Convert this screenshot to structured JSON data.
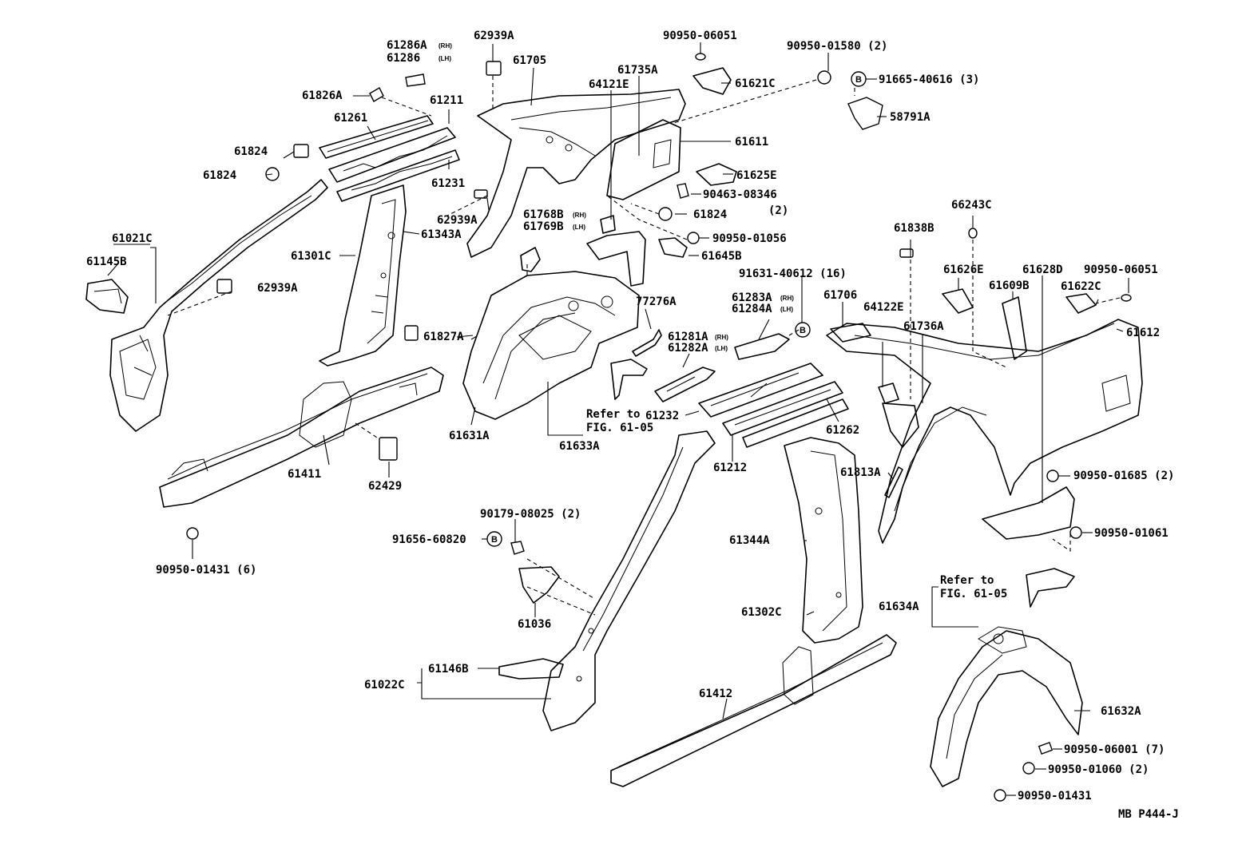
{
  "diagram": {
    "code": "MB  P444-J",
    "labels": {
      "l61286A": "61286A",
      "l61286A_rh": "(RH)",
      "l61286": "61286",
      "l61286_lh": "(LH)",
      "l62939A_top": "62939A",
      "l90950_06051_top": "90950-06051",
      "l90950_01580": "90950-01580 (2)",
      "l91665": "91665-40616 (3)",
      "l61705": "61705",
      "l61735A": "61735A",
      "l64121E": "64121E",
      "l61621C": "61621C",
      "l58791A": "58791A",
      "l61826A": "61826A",
      "l61211": "61211",
      "l61261": "61261",
      "l61611": "61611",
      "l61824_a": "61824",
      "l61824_b": "61824",
      "l61625E": "61625E",
      "l61231": "61231",
      "l90463": "90463-08346",
      "l90463_qty": "(2)",
      "l61824_c": "61824",
      "l62939A_mid": "62939A",
      "l61768B": "61768B",
      "l61768B_rh": "(RH)",
      "l61769B": "61769B",
      "l61769B_lh": "(LH)",
      "l66243C": "66243C",
      "l61343A": "61343A",
      "l90950_01056": "90950-01056",
      "l61645B": "61645B",
      "l61021C": "61021C",
      "l61838B": "61838B",
      "l61145B": "61145B",
      "l61301C": "61301C",
      "l91631": "91631-40612 (16)",
      "l61626E": "61626E",
      "l61628D": "61628D",
      "l90950_06051_right": "90950-06051",
      "l62939A_left": "62939A",
      "l61283A": "61283A",
      "l61283A_rh": "(RH)",
      "l61284A": "61284A",
      "l61284A_lh": "(LH)",
      "l61706": "61706",
      "l61609B": "61609B",
      "l61622C": "61622C",
      "l77276A": "77276A",
      "l64122E": "64122E",
      "l61612": "61612",
      "l61736A": "61736A",
      "l61827A": "61827A",
      "l61281A": "61281A",
      "l61281A_rh": "(RH)",
      "l61282A": "61282A",
      "l61282A_lh": "(LH)",
      "l61232": "61232",
      "l61262": "61262",
      "l61631A": "61631A",
      "l61633A": "61633A",
      "l61411": "61411",
      "l62429": "62429",
      "l61212": "61212",
      "l61813A": "61813A",
      "l90950_01685": "90950-01685 (2)",
      "l90179": "90179-08025 (2)",
      "l90950_01061": "90950-01061",
      "l91656": "91656-60820",
      "l61344A": "61344A",
      "l90950_01431_left": "90950-01431 (6)",
      "l61634A": "61634A",
      "l61036": "61036",
      "l61302C": "61302C",
      "l61146B": "61146B",
      "l61022C": "61022C",
      "l61412": "61412",
      "l61632A": "61632A",
      "l90950_06001": "90950-06001 (7)",
      "l90950_01060": "90950-01060 (2)",
      "l90950_01431_bottom": "90950-01431",
      "ref1_line1": "Refer to",
      "ref1_line2": "FIG. 61-05",
      "ref2_line1": "Refer to",
      "ref2_line2": "FIG. 61-05",
      "badge_b": "B"
    }
  }
}
